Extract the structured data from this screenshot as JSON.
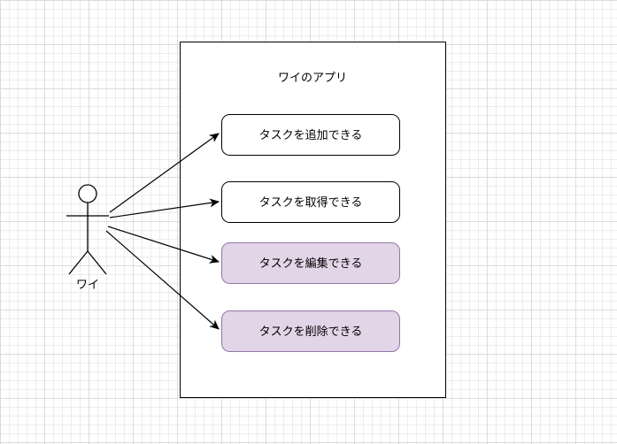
{
  "diagram": {
    "system": {
      "title": "ワイのアプリ"
    },
    "actor": {
      "label": "ワイ"
    },
    "use_cases": [
      {
        "label": "タスクを追加できる",
        "fill": "#ffffff",
        "stroke": "#000000"
      },
      {
        "label": "タスクを取得できる",
        "fill": "#ffffff",
        "stroke": "#000000"
      },
      {
        "label": "タスクを編集できる",
        "fill": "#e1d5e7",
        "stroke": "#9673a6"
      },
      {
        "label": "タスクを削除できる",
        "fill": "#e1d5e7",
        "stroke": "#9673a6"
      }
    ],
    "colors": {
      "line": "#000000",
      "grid_minor": "#ececec",
      "grid_major": "#dcdcdc",
      "background": "#ffffff"
    }
  }
}
